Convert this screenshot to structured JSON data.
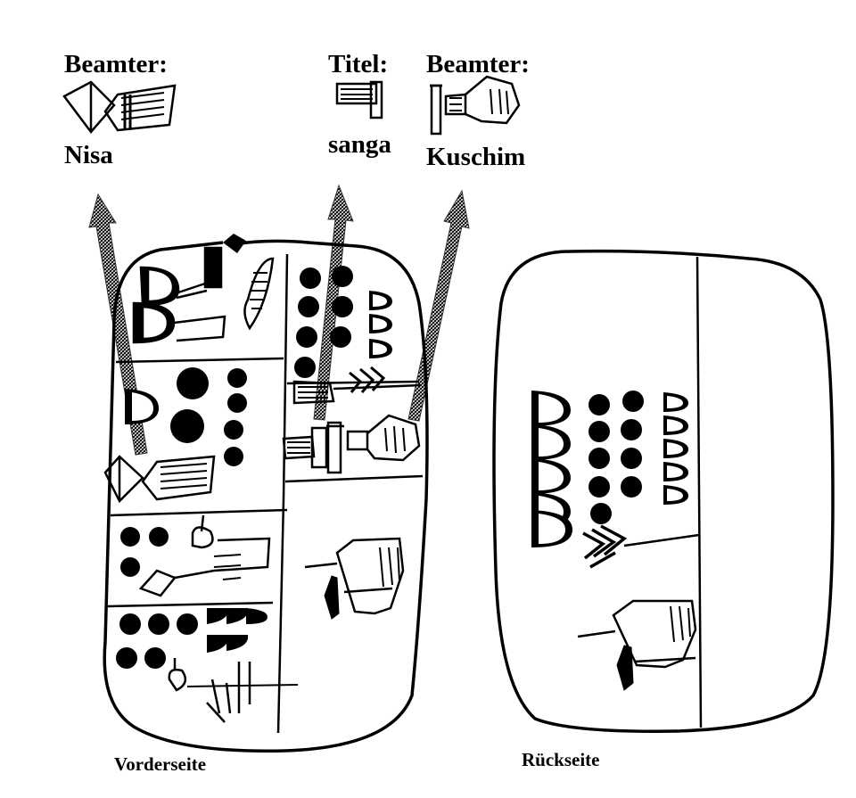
{
  "labels": [
    {
      "key": "beamter_left",
      "text": "Beamter:"
    },
    {
      "key": "name_left",
      "text": "Nisa"
    },
    {
      "key": "titel",
      "text": "Titel:"
    },
    {
      "key": "title_value",
      "text": "sanga"
    },
    {
      "key": "beamter_right",
      "text": "Beamter:"
    },
    {
      "key": "name_right",
      "text": "Kuschim"
    }
  ],
  "captions": {
    "obverse": "Vorderseite",
    "reverse": "Rückseite"
  },
  "colors": {
    "ink": "#000000",
    "paper": "#ffffff",
    "arrow": "#8a8a8a"
  }
}
